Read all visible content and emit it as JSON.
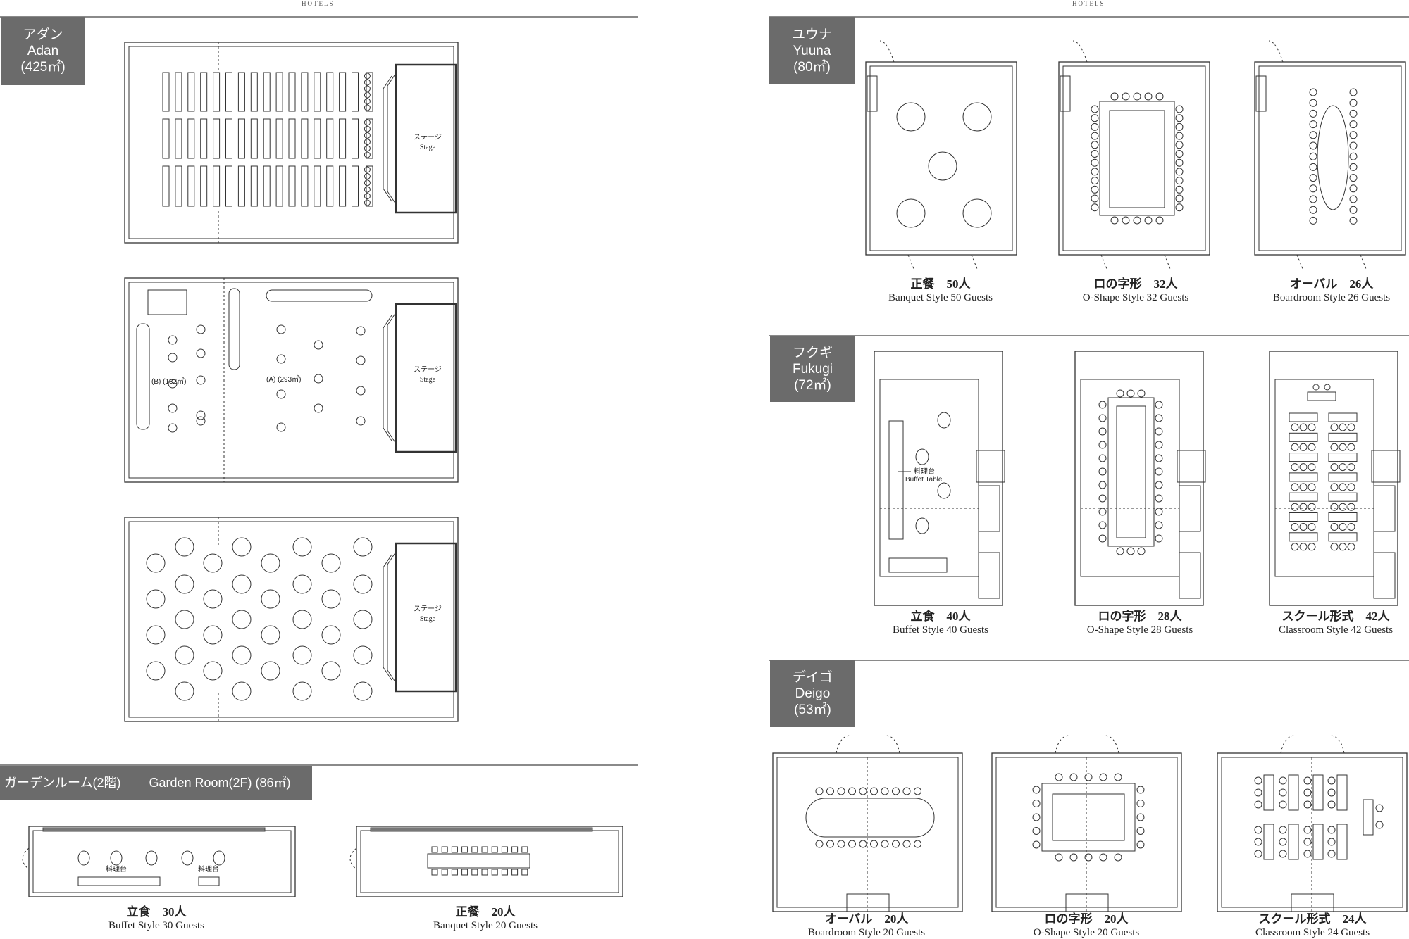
{
  "header": {
    "brand_left": "HOTELS",
    "brand_right": "HOTELS"
  },
  "rooms": {
    "adan": {
      "name_jp": "アダン",
      "name_en": "Adan",
      "area": "(425㎡)",
      "stage_jp": "ステージ",
      "stage_en": "Stage",
      "section_b": "(B) (132㎡)",
      "section_a": "(A) (293㎡)"
    },
    "garden": {
      "name_jp": "ガーデンルーム(2階)",
      "name_en": "Garden Room(2F) (86㎡)",
      "buffet_table_jp": "料理台",
      "layouts": [
        {
          "jp": "立食　30人",
          "en": "Buffet Style 30 Guests"
        },
        {
          "jp": "正餐　20人",
          "en": "Banquet Style 20 Guests"
        }
      ]
    },
    "yuuna": {
      "name_jp": "ユウナ",
      "name_en": "Yuuna",
      "area": "(80㎡)",
      "layouts": [
        {
          "jp": "正餐　50人",
          "en": "Banquet Style 50 Guests"
        },
        {
          "jp": "ロの字形　32人",
          "en": "O-Shape Style 32 Guests"
        },
        {
          "jp": "オーバル　26人",
          "en": "Boardroom Style 26 Guests"
        }
      ]
    },
    "fukugi": {
      "name_jp": "フクギ",
      "name_en": "Fukugi",
      "area": "(72㎡)",
      "buffet_table_jp": "料理台",
      "buffet_table_en": "Buffet Table",
      "layouts": [
        {
          "jp": "立食　40人",
          "en": "Buffet Style 40 Guests"
        },
        {
          "jp": "ロの字形　28人",
          "en": "O-Shape Style 28 Guests"
        },
        {
          "jp": "スクール形式　42人",
          "en": "Classroom Style 42 Guests"
        }
      ]
    },
    "deigo": {
      "name_jp": "デイゴ",
      "name_en": "Deigo",
      "area": "(53㎡)",
      "layouts": [
        {
          "jp": "オーバル　20人",
          "en": "Boardroom Style 20 Guests"
        },
        {
          "jp": "ロの字形　20人",
          "en": "O-Shape Style 20 Guests"
        },
        {
          "jp": "スクール形式　24人",
          "en": "Classroom Style 24 Guests"
        }
      ]
    }
  },
  "colors": {
    "tag_bg": "#6b6b6b",
    "line": "#333333"
  }
}
